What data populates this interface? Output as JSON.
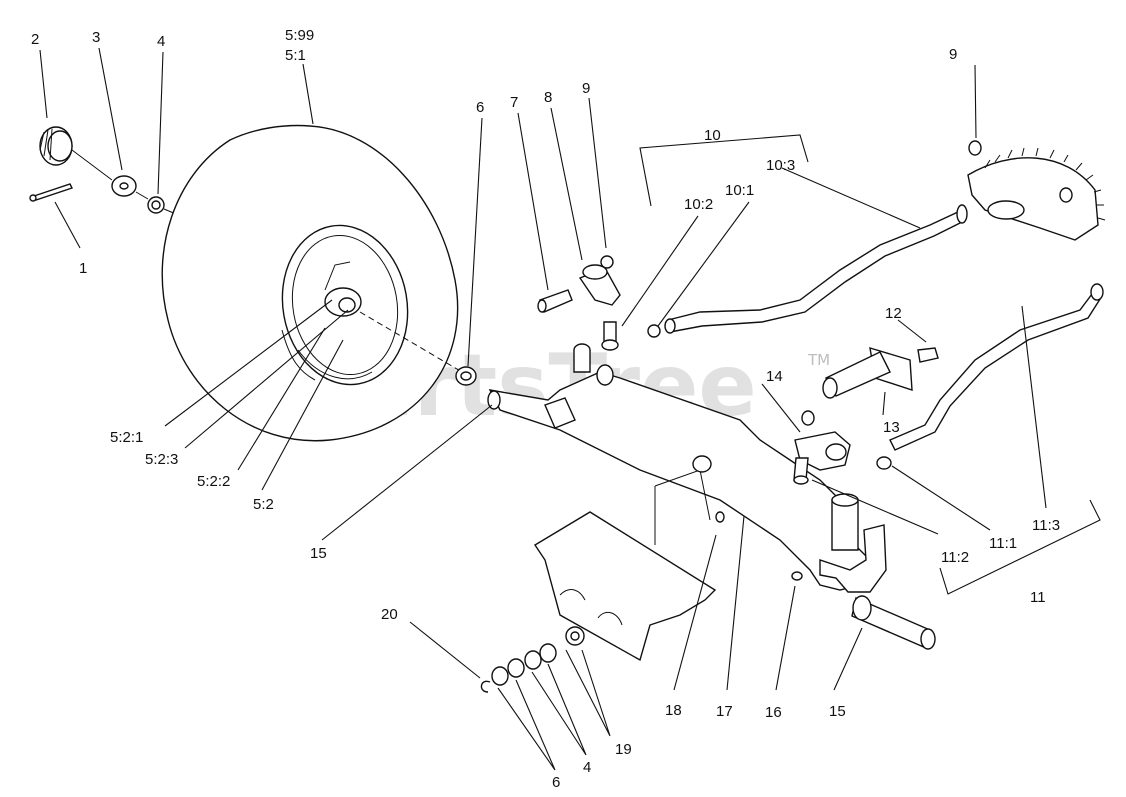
{
  "diagram": {
    "watermark": "PartsTree",
    "trademark": "TM",
    "callouts": {
      "c1": "1",
      "c2": "2",
      "c3": "3",
      "c4_top": "4",
      "c599": "5:99",
      "c51": "5:1",
      "c6_top": "6",
      "c7": "7",
      "c8": "8",
      "c9_mid": "9",
      "c10": "10",
      "c103": "10:3",
      "c102": "10:2",
      "c101": "10:1",
      "c9_right": "9",
      "c12": "12",
      "c14": "14",
      "c13": "13",
      "c521": "5:2:1",
      "c523": "5:2:3",
      "c522": "5:2:2",
      "c52": "5:2",
      "c15_left": "15",
      "c112": "11:2",
      "c111": "11:1",
      "c113": "11:3",
      "c11": "11",
      "c20": "20",
      "c18": "18",
      "c17": "17",
      "c16": "16",
      "c15_right": "15",
      "c19": "19",
      "c4_bottom": "4",
      "c6_bottom": "6"
    }
  }
}
